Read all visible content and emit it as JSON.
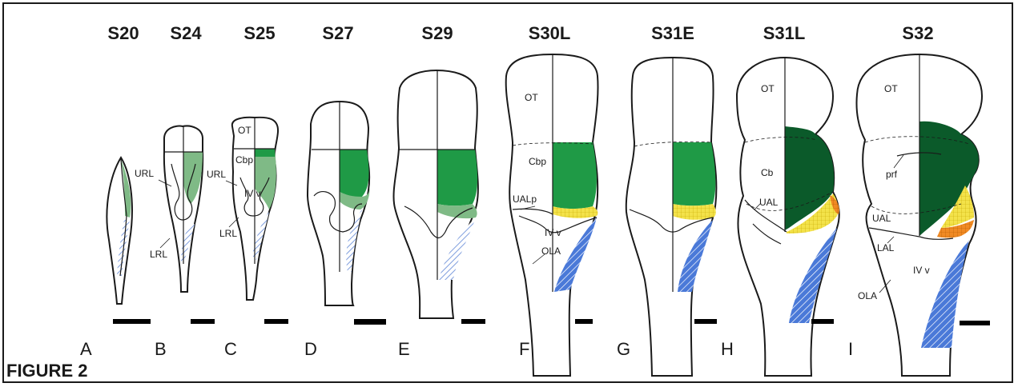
{
  "colors": {
    "rhombic_lip_green_light": "#7fba86",
    "cerebellum_green": "#1f9a46",
    "cerebellum_dark_green": "#0b5a2a",
    "lower_rhombic_lip_blue": "#4a79d8",
    "lower_rhombic_lip_hatch_light": "#a9bde6",
    "ual_yellow": "#f3e24a",
    "orange": "#f08a24"
  },
  "figure_label": "FIGURE 2",
  "stages": [
    "S20",
    "S24",
    "S25",
    "S27",
    "S29",
    "S30L",
    "S31E",
    "S31L",
    "S32"
  ],
  "panels": [
    "A",
    "B",
    "C",
    "D",
    "E",
    "F",
    "G",
    "H",
    "I"
  ],
  "labels": {
    "URL": "URL",
    "LRL": "LRL",
    "OT": "OT",
    "Cbp": "Cbp",
    "IVv": "IV v",
    "UALp": "UALp",
    "OLA": "OLA",
    "Cb": "Cb",
    "UAL": "UAL",
    "LAL": "LAL",
    "prf": "prf"
  }
}
